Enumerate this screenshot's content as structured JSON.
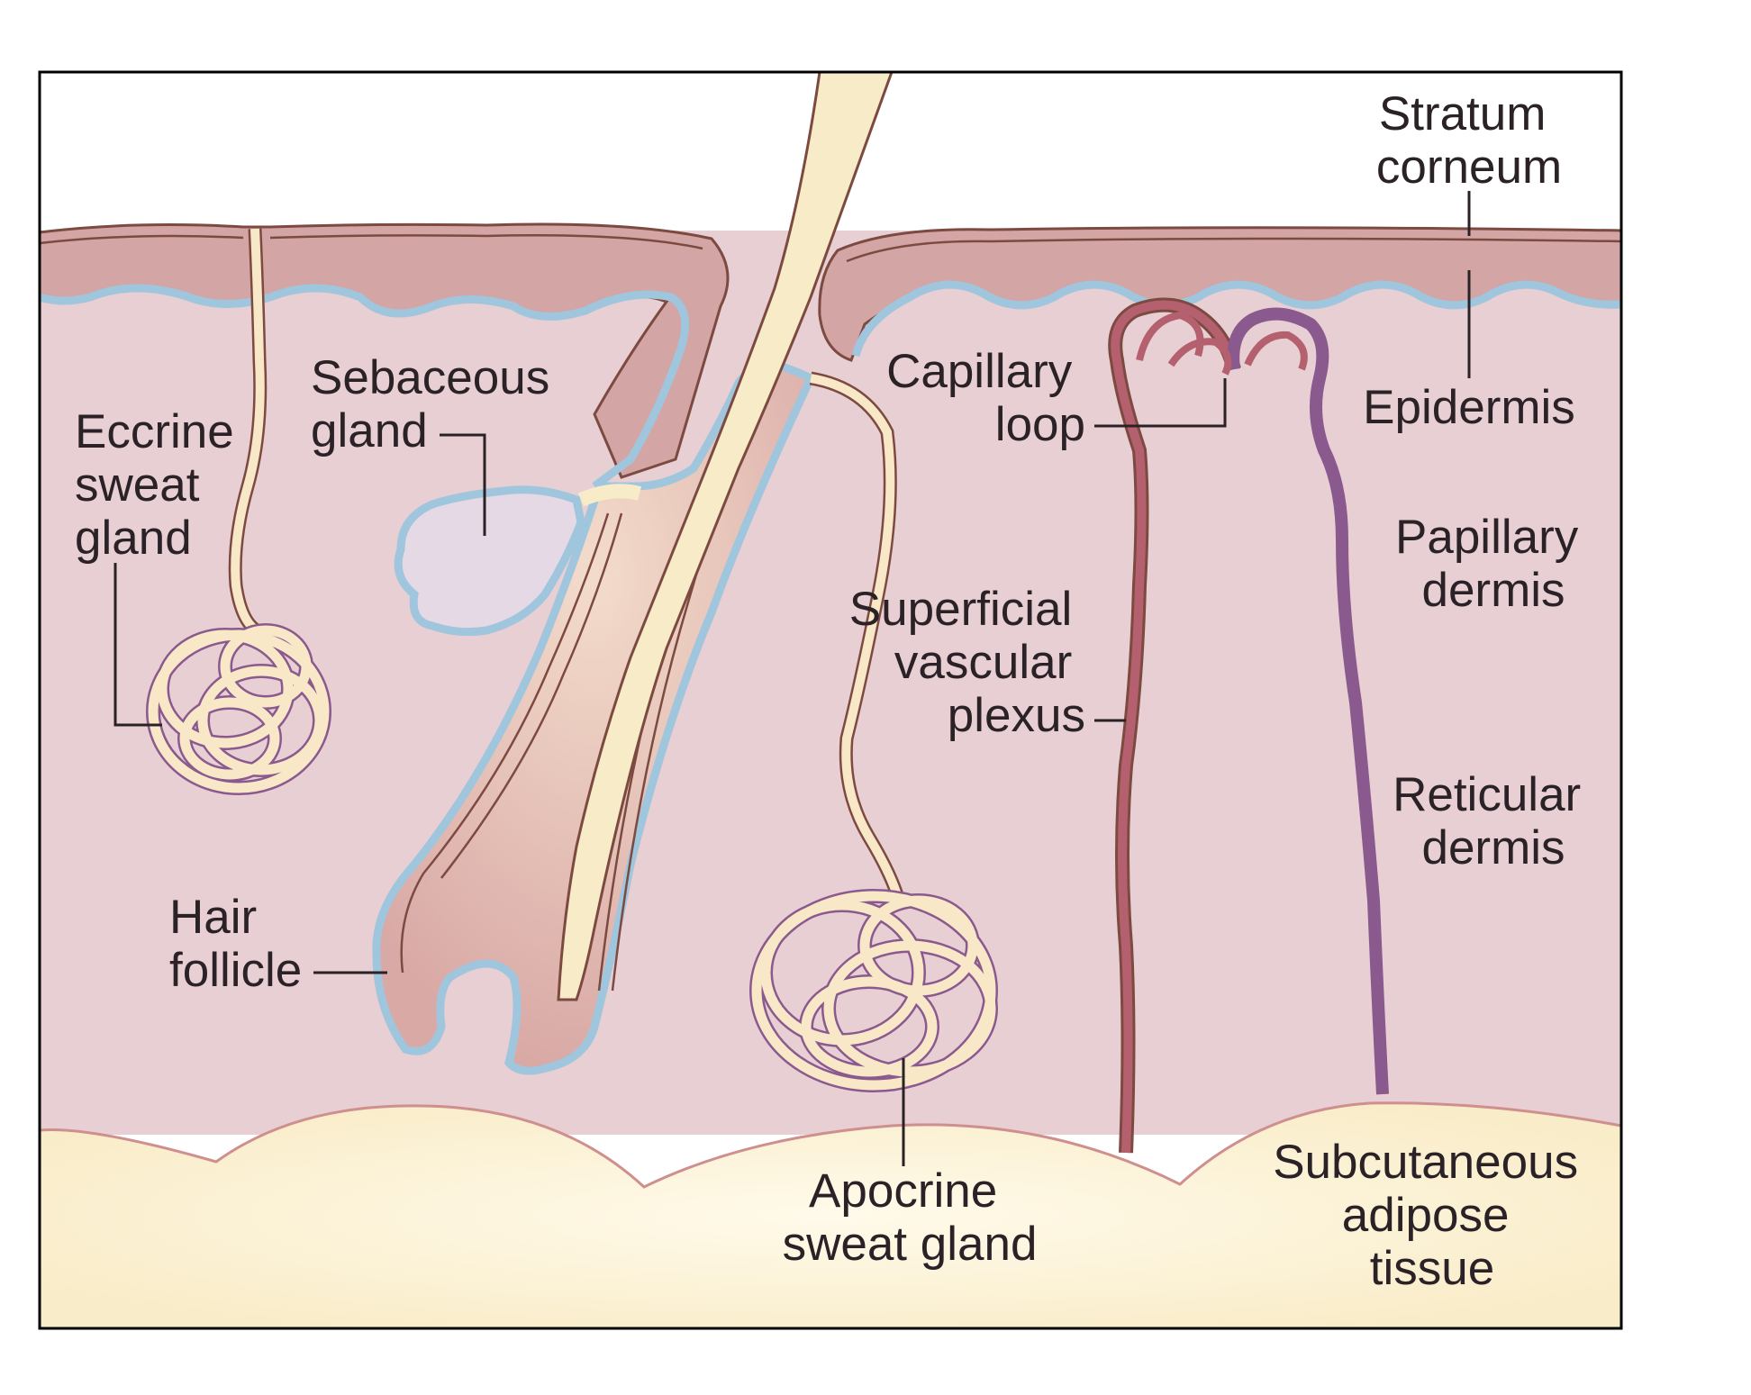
{
  "labels": {
    "stratum_corneum": [
      "Stratum",
      "corneum"
    ],
    "epidermis": [
      "Epidermis"
    ],
    "papillary_dermis": [
      "Papillary",
      "dermis"
    ],
    "reticular_dermis": [
      "Reticular",
      "dermis"
    ],
    "subcutaneous_adipose_tissue": [
      "Subcutaneous",
      "adipose",
      "tissue"
    ],
    "capillary_loop": [
      "Capillary",
      "loop"
    ],
    "superficial_vascular_plexus": [
      "Superficial",
      "vascular",
      "plexus"
    ],
    "apocrine_sweat_gland": [
      "Apocrine",
      "sweat gland"
    ],
    "sebaceous_gland": [
      "Sebaceous",
      "gland"
    ],
    "eccrine_sweat_gland": [
      "Eccrine",
      "sweat",
      "gland"
    ],
    "hair_follicle": [
      "Hair",
      "follicle"
    ]
  },
  "colors": {
    "dermis": "#e7cfd3",
    "epidermis": "#d3a5a4",
    "basement_membrane": "#9fc6dd",
    "adipose": "#fbf0d3",
    "gland_tube": "#f8e8c8",
    "hair_shaft": "#f8ecc8",
    "arterial_vessel": "#b5606f",
    "venous_vessel": "#8a5a8e",
    "outline": "#7c4a40",
    "frame": "#000000"
  }
}
